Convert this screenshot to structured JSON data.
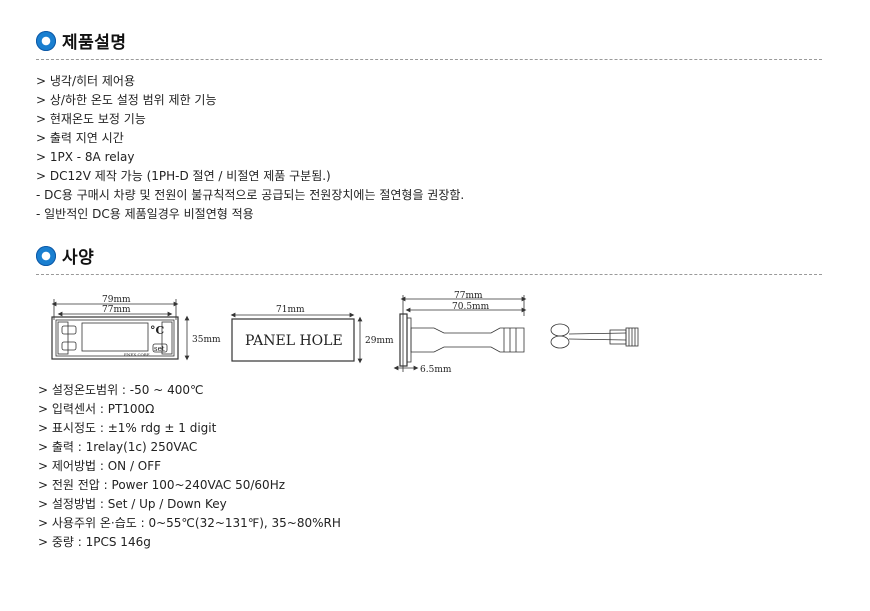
{
  "section1": {
    "title": "제품설명",
    "lines": [
      "> 냉각/히터 제어용",
      "> 상/하한 온도 설정 범위 제한 기능",
      "> 현재온도 보정 기능",
      "> 출력 지연 시간",
      "> 1PX - 8A relay",
      "> DC12V 제작 가능 (1PH-D 절연 / 비절연 제품 구분됨.)",
      "- DC용 구매시 차량 및 전원이 불규칙적으로 공급되는 전원장치에는 절연형을 권장함.",
      "- 일반적인 DC용 제품일경우 비절연형 적용"
    ]
  },
  "section2": {
    "title": "사양",
    "diagram": {
      "front_width_outer": "79mm",
      "front_width_inner": "77mm",
      "front_height": "35mm",
      "front_unit": "°C",
      "front_set_key": "set",
      "front_brand": "ENEX CORE",
      "panel_width": "71mm",
      "panel_label": "PANEL HOLE",
      "panel_height": "29mm",
      "side_width_outer": "77mm",
      "side_width_inner": "70.5mm",
      "side_depth": "6.5mm"
    },
    "lines": [
      "> 설정온도범위 : -50 ~ 400℃",
      "> 입력센서 : PT100Ω",
      "> 표시정도 : ±1% rdg ± 1 digit",
      "> 출력 : 1relay(1c) 250VAC",
      "> 제어방법 : ON / OFF",
      "> 전원 전압 : Power 100~240VAC 50/60Hz",
      "> 설정방법 : Set / Up / Down Key",
      "> 사용주위 온·습도 : 0~55℃(32~131℉), 35~80%RH",
      "> 중량 : 1PCS 146g"
    ]
  },
  "colors": {
    "icon_blue": "#1a7fd0",
    "text": "#222222",
    "rule": "#9a9a9a"
  }
}
